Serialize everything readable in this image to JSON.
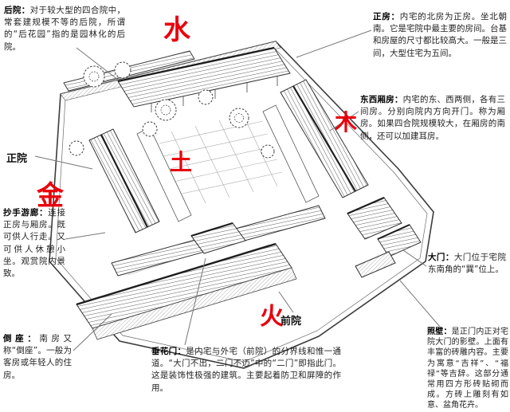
{
  "colors": {
    "background": "#ffffff",
    "accent_red": "#e8000d",
    "text": "#222222",
    "title_text": "#000000",
    "drawing_ink": "#3c3c3c",
    "leader_line": "#777777"
  },
  "five_elements": [
    {
      "id": "water",
      "char": "水"
    },
    {
      "id": "wood",
      "char": "木"
    },
    {
      "id": "earth",
      "char": "土"
    },
    {
      "id": "metal",
      "char": "金"
    },
    {
      "id": "fire",
      "char": "火"
    }
  ],
  "labels": {
    "zhengyuan": "正院",
    "qianyuan": "前院"
  },
  "annotations": {
    "houyuan": {
      "title": "后院：",
      "body": "对于较大型的四合院中，常套建规模不等的后院，所谓的“后花园”指的是园林化的后院。"
    },
    "zhengfang": {
      "title": "正房：",
      "body": "内宅的北房为正房。坐北朝南。它是宅院中最主要的房间。台基和房屋的尺寸都比较高大。一般是三间，大型住宅为五间。"
    },
    "xiangfang": {
      "title": "东西厢房：",
      "body": "内宅的东、西两侧，各有三间房。分别向院内方向开门。称为厢房。如果四合院规模较大，在厢房的南侧，还可以加建耳房。"
    },
    "youlang": {
      "title": "抄手游廊：",
      "body": "连接正房与厢房。既可供人行走。又可供人休憩小坐。观赏院内景致。"
    },
    "damen": {
      "title": "大门：",
      "body": "大门位于宅院东南角的“巽”位上。"
    },
    "zhaobi": {
      "title": "照壁：",
      "body": "是正门内正对宅院大门的影壁。上面有丰富的砖雕内容。主要为寓意“吉祥”、“福禄”等吉辞。这部分通常用四方形砖贴砌而成。方砖上雕刻有如意、盆角花卉。"
    },
    "daozuo": {
      "title": "倒座：",
      "body": "南房又称“倒座”。一般为客房或年轻人的住房。"
    },
    "chuihuamen": {
      "title": "垂花门：",
      "body": "是内宅与外宅（前院）的分界线和惟一通道。“大门不出，二门不迈”中的“二门”即指此门。这是装饰性极强的建筑。主要起着防卫和屏障的作用。"
    }
  }
}
